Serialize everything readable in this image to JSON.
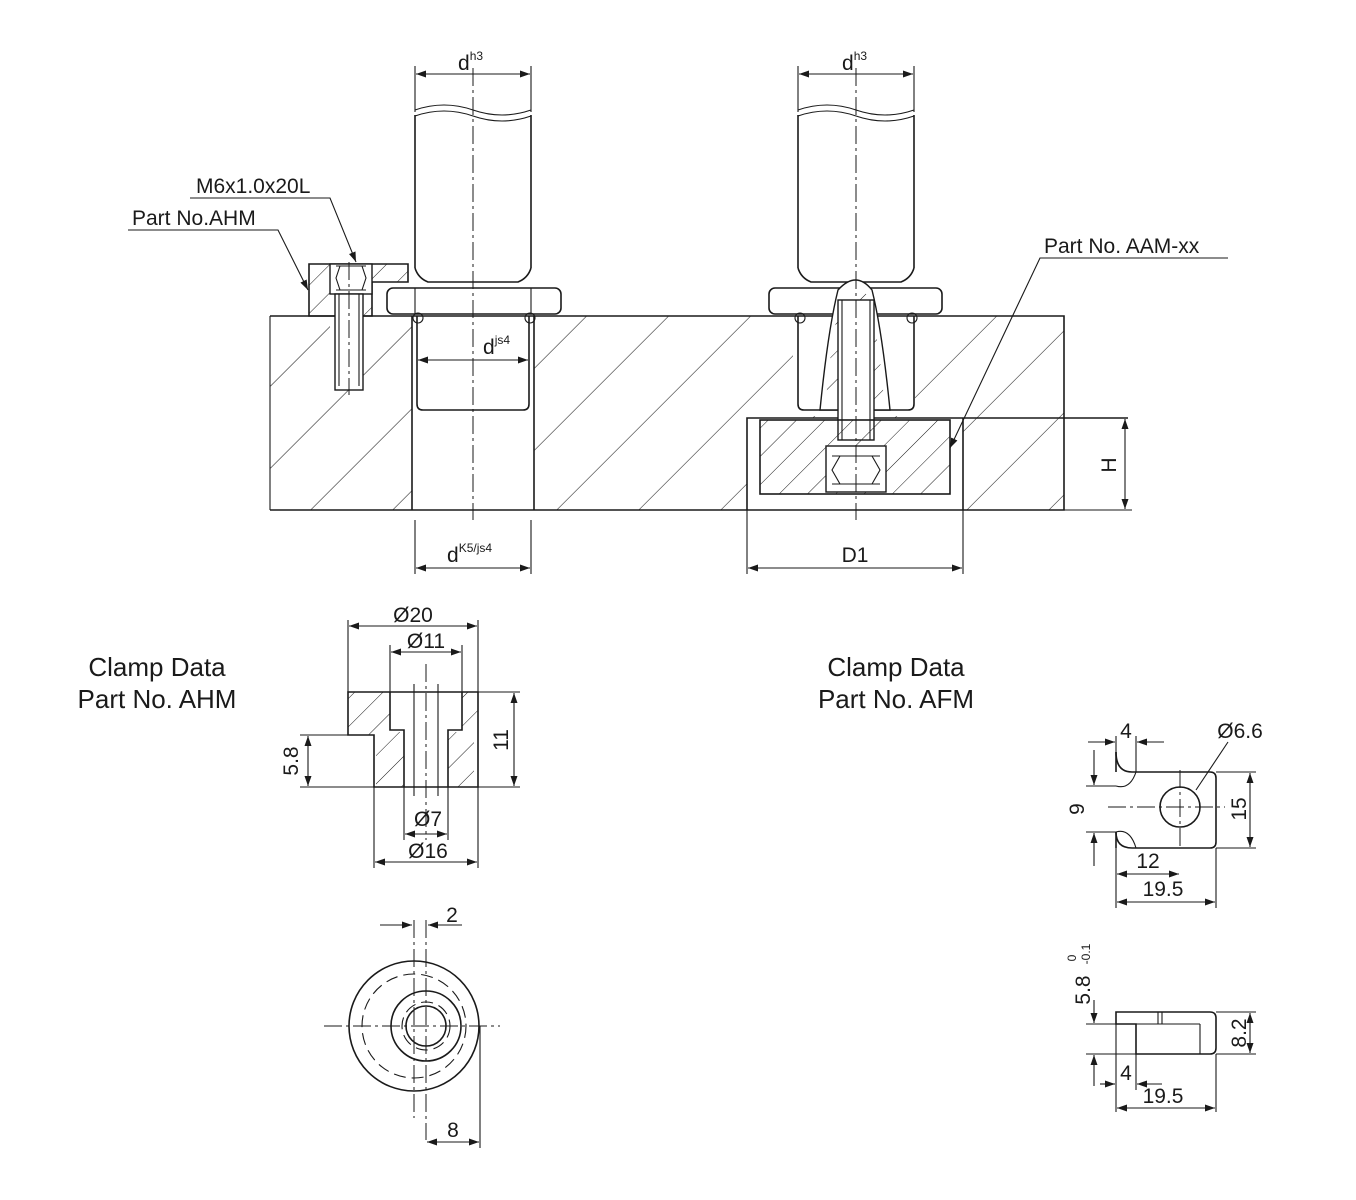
{
  "labels": {
    "bolt_spec": "M6x1.0x20L",
    "part_ahm_leader": "Part No.AHM",
    "part_aam": "Part No. AAM-xx",
    "clamp_ahm_title": "Clamp Data",
    "clamp_ahm_part": "Part No. AHM",
    "clamp_afm_title": "Clamp Data",
    "clamp_afm_part": "Part No. AFM"
  },
  "dims": {
    "d_base": "d",
    "h3": "h3",
    "js4": "js4",
    "k5js4": "K5/js4",
    "H": "H",
    "D1": "D1",
    "ahm_d20": "Ø20",
    "ahm_d11": "Ø11",
    "ahm_11": "11",
    "ahm_58": "5.8",
    "ahm_d7": "Ø7",
    "ahm_d16": "Ø16",
    "ahm_2": "2",
    "ahm_8": "8",
    "afm_4a": "4",
    "afm_d66": "Ø6.6",
    "afm_9": "9",
    "afm_15": "15",
    "afm_12": "12",
    "afm_195a": "19.5",
    "afm_58": "5.8",
    "afm_tol_upper": "0",
    "afm_tol_lower": "-0.1",
    "afm_82": "8.2",
    "afm_4b": "4",
    "afm_195b": "19.5"
  }
}
